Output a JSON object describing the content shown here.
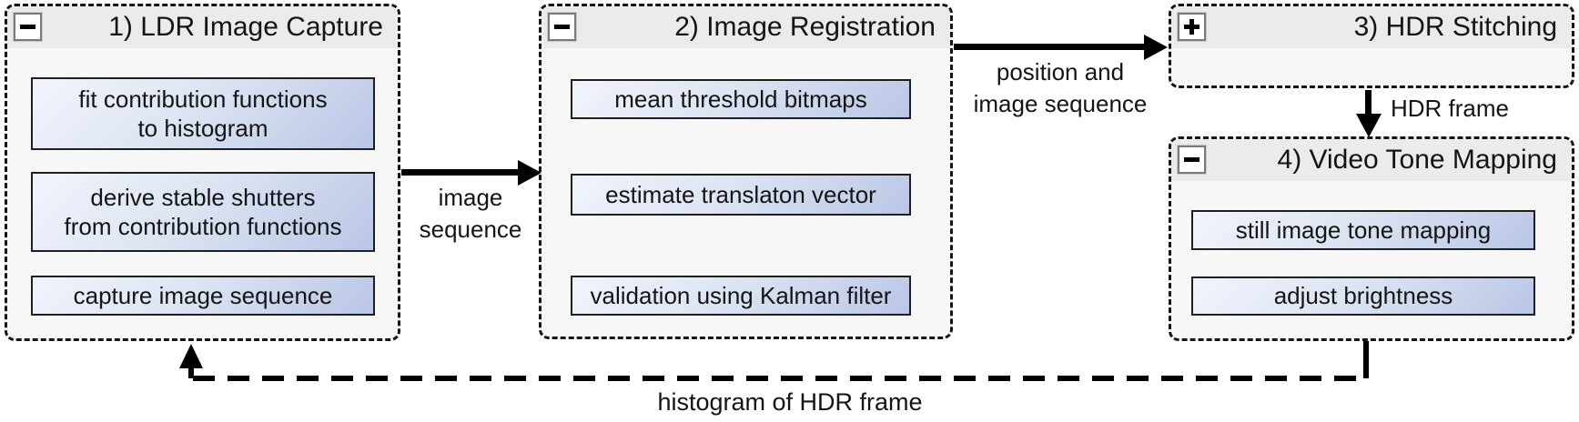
{
  "groups": [
    {
      "title": "1) LDR Image Capture",
      "state": "expanded",
      "collapse_icon": "minus",
      "steps": [
        "fit contribution functions\nto histogram",
        "derive stable shutters\nfrom contribution functions",
        "capture image sequence"
      ]
    },
    {
      "title": "2) Image Registration",
      "state": "expanded",
      "collapse_icon": "minus",
      "steps": [
        "mean threshold bitmaps",
        "estimate translaton vector",
        "validation using Kalman filter"
      ]
    },
    {
      "title": "3) HDR Stitching",
      "state": "collapsed",
      "collapse_icon": "plus",
      "steps": []
    },
    {
      "title": "4) Video Tone Mapping",
      "state": "expanded",
      "collapse_icon": "minus",
      "steps": [
        "still image tone mapping",
        "adjust brightness"
      ]
    }
  ],
  "arrows": [
    {
      "from": "1) LDR Image Capture",
      "to": "2) Image Registration",
      "style": "solid",
      "label": "image\nsequence"
    },
    {
      "from": "2) Image Registration",
      "to": "3) HDR Stitching",
      "style": "solid",
      "label": "position and\nimage sequence"
    },
    {
      "from": "3) HDR Stitching",
      "to": "4) Video Tone Mapping",
      "style": "solid",
      "label": "HDR frame"
    },
    {
      "from": "4) Video Tone Mapping",
      "to": "1) LDR Image Capture",
      "style": "dashed",
      "label": "histogram of HDR frame"
    }
  ],
  "colors": {
    "canvas_bg": "#ffffff",
    "group_bg": "#f7f7f8",
    "group_titlebar_bg": "#ebebec",
    "group_border": "#141414",
    "step_gradient_start": "#f1f4fb",
    "step_gradient_end": "#b9c6e5",
    "step_border": "#1f1f1f",
    "arrow": "#000000"
  }
}
